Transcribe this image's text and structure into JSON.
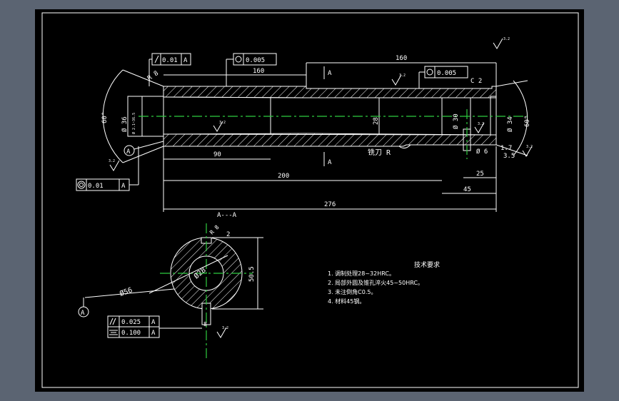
{
  "colors": {
    "background": "#000000",
    "frame": "#5b6472",
    "lines": "#ffffff",
    "centerline": "#2ecc40"
  },
  "tolerances": {
    "runout_top": {
      "symbol": "runout",
      "value": "0.01",
      "datum": "A"
    },
    "cyl_left": {
      "symbol": "cylindricity",
      "value": "0.005"
    },
    "cyl_right": {
      "symbol": "cylindricity",
      "value": "0.005"
    },
    "concentricity": {
      "symbol": "concentricity",
      "value": "0.01",
      "datum": "A"
    },
    "parallel": {
      "symbol": "parallel",
      "value": "0.025",
      "datum": "A"
    },
    "symmetry": {
      "symbol": "symmetry",
      "value": "0.100",
      "datum": "A"
    }
  },
  "dims": {
    "len_160_top": "160",
    "len_160": "160",
    "r_left": "R 8",
    "c2": "C 2",
    "d36": "Ø 36",
    "d34": "Ø 34",
    "d30": "Ø 30",
    "d28": "28",
    "angle_left": "60°",
    "angle_right": "60°",
    "len_90": "90",
    "len_200": "200",
    "len_276": "276",
    "len_25": "25",
    "len_45": "45",
    "len_17": "1.7",
    "len_35": "3.5",
    "hole_d6": "Ø 6",
    "knife": "铣刀 R",
    "section_a_top": "A",
    "section_a_bottom": "A",
    "section_title": "A---A",
    "sec_r8": "R 8",
    "sec_2": "2",
    "sec_505": "50.5",
    "sec_d28": "Ø28",
    "sec_d56": "Ø56",
    "sec_8": "8",
    "datum_a_left": "A",
    "datum_a_sec": "A",
    "small_label": "Ø 2.1~36.5",
    "rough_labels": [
      "3.2",
      "3.2",
      "3.2",
      "3.2",
      "3.2",
      "3.2",
      "3.2"
    ]
  },
  "notes": {
    "title": "技术要求",
    "items": [
      "1. 调制处理28~32HRC。",
      "2. 局部外圆及锥孔淬火45~50HRC。",
      "3. 未注倒角C0.5。",
      "4. 材料45钢。"
    ]
  }
}
